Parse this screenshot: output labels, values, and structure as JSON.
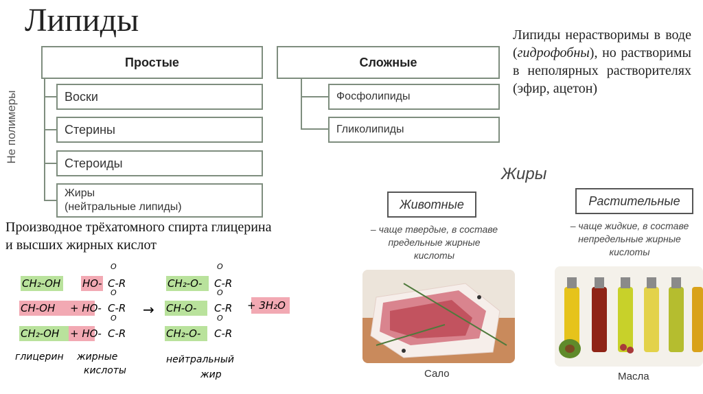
{
  "title": "Липиды",
  "vertical_label": "Не полимеры",
  "simple": {
    "header": "Простые",
    "items": [
      "Воски",
      "Стерины",
      "Стероиды"
    ],
    "fats_line1": "Жиры",
    "fats_line2": "(нейтральные липиды)"
  },
  "complex": {
    "header": "Сложные",
    "items": [
      "Фосфолипиды",
      "Гликолипиды"
    ]
  },
  "note": {
    "part1": "Липиды нерастворимы в воде (",
    "italic": "гидрофобны",
    "part2": "), но растворимы в неполярных растворителях (эфир, ацетон)"
  },
  "derivative": {
    "line1": "Производное трёхатомного спирта глицерина",
    "line2": "и высших жирных кислот"
  },
  "reaction": {
    "rows": [
      {
        "left": "CH₂-OH",
        "mid": "HO-",
        "acid": "C-R",
        "right_a": "CH₂-O-",
        "right_b": "C-R"
      },
      {
        "left": "CH-OH",
        "mid": "+ HO-",
        "acid": "C-R",
        "right_a": "CH-O-",
        "right_b": "C-R"
      },
      {
        "left": "CH₂-OH",
        "mid": "+ HO-",
        "acid": "C-R",
        "right_a": "CH₂-O-",
        "right_b": "C-R"
      }
    ],
    "oxygen": "O",
    "arrow": "→",
    "water": "+ 3H₂O",
    "label_glycerol": "глицерин",
    "label_acids_1": "жирные",
    "label_acids_2": "кислоты",
    "label_fat_1": "нейтральный",
    "label_fat_2": "жир"
  },
  "fats_section": {
    "title": "Жиры",
    "animal": {
      "label": "Животные",
      "desc_1": "– чаще твердые, в составе",
      "desc_2": "предельные жирные",
      "desc_3": "кислоты",
      "caption": "Сало"
    },
    "plant": {
      "label": "Растительные",
      "desc_1": "– чаще жидкие, в составе",
      "desc_2": "непредельные жирные",
      "desc_3": "кислоты",
      "caption": "Масла"
    }
  },
  "colors": {
    "border": "#7e8d7e",
    "highlight_green": "#b9e29c",
    "highlight_red": "#f2a9b3"
  }
}
